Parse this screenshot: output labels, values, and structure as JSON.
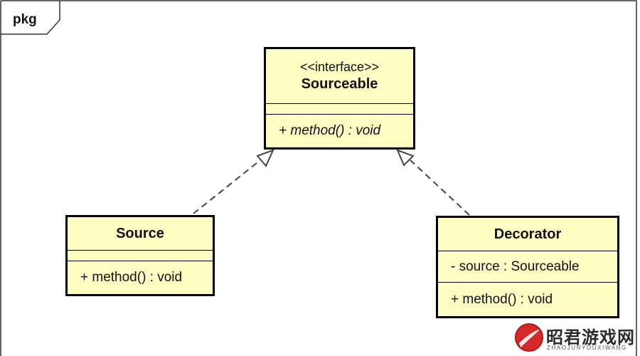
{
  "package": {
    "label": "pkg"
  },
  "interface": {
    "stereotype": "<<interface>>",
    "name": "Sourceable",
    "operation": "+ method() : void"
  },
  "source": {
    "name": "Source",
    "operation": "+ method() : void"
  },
  "decorator": {
    "name": "Decorator",
    "attribute": "- source : Sourceable",
    "operation": "+ method() : void"
  },
  "watermark": {
    "title": "昭君游戏网",
    "subtitle": "ZHAOJUNYOUXIWANG"
  },
  "colors": {
    "class_fill": "#fdfcc2",
    "border": "#000000",
    "logo_red": "#d42a2a"
  }
}
